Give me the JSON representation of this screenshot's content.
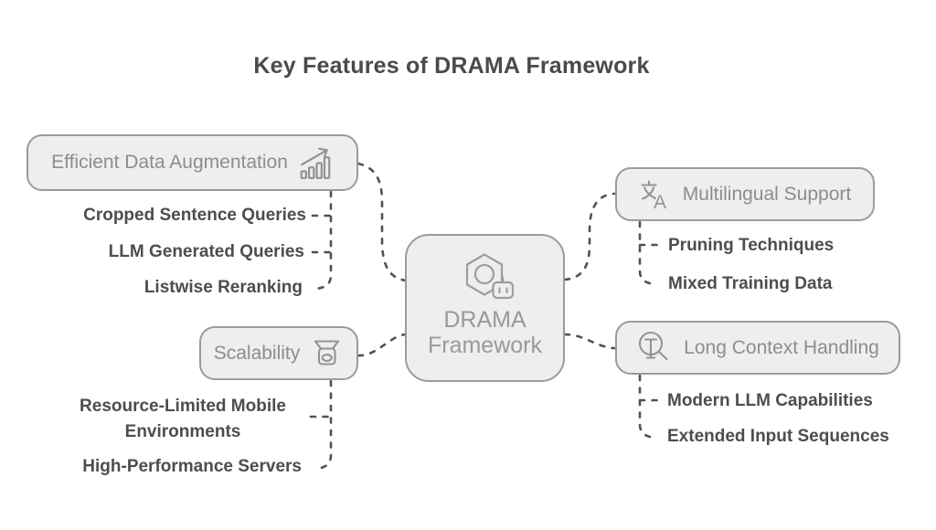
{
  "title": "Key Features of DRAMA Framework",
  "center": {
    "label_line1": "DRAMA",
    "label_line2": "Framework",
    "icon": "hexagon-molecule-robot"
  },
  "branches": [
    {
      "label": "Efficient Data Augmentation",
      "icon": "trending-up-chart",
      "children": [
        "Cropped Sentence Queries",
        "LLM Generated Queries",
        "Listwise Reranking"
      ]
    },
    {
      "label": "Scalability",
      "icon": "weighing-scale",
      "children": [
        "Resource-Limited Mobile Environments",
        "High-Performance Servers"
      ]
    },
    {
      "label": "Multilingual Support",
      "icon": "translate",
      "children": [
        "Pruning Techniques",
        "Mixed Training Data"
      ]
    },
    {
      "label": "Long Context Handling",
      "icon": "text-search-magnifier",
      "children": [
        "Modern LLM Capabilities",
        "Extended Input Sequences"
      ]
    }
  ],
  "colors": {
    "background": "#ffffff",
    "node_fill": "#eeeeee",
    "node_border": "#9b9b9b",
    "node_text": "#8d8d8d",
    "detail_text": "#4d4d4d",
    "title_text": "#4a4a4a",
    "connector": "#515151"
  }
}
